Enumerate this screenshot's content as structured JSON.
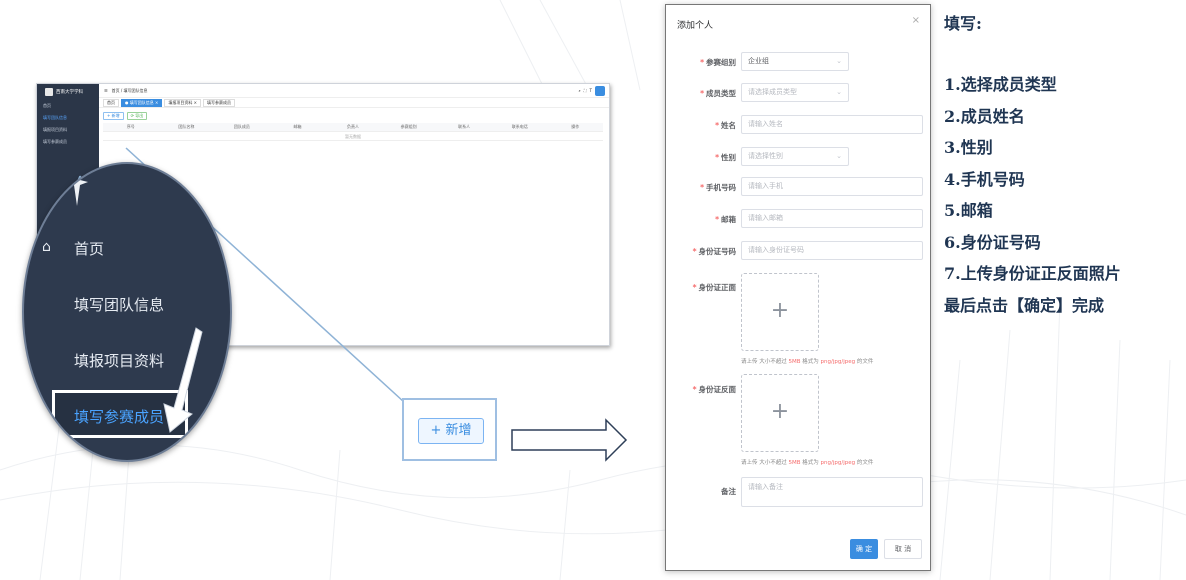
{
  "screenshot": {
    "sidebar": {
      "logo_text": "西南大学学科",
      "items": [
        "首页",
        "填写团队信息",
        "填报项目资料",
        "填写参赛成员"
      ]
    },
    "topbar": {
      "breadcrumb": "首页 / 填写团队信息"
    },
    "tabs": [
      "首页",
      "● 填写团队信息 ×",
      "填报项目资料 ×",
      "填写参赛成员"
    ],
    "buttons": [
      "+ 新增",
      "⟳ 导出"
    ],
    "columns": [
      "序号",
      "团队名称",
      "团队成员",
      "邮箱",
      "负责人",
      "参赛组别",
      "联系人",
      "联系电话",
      "操作"
    ],
    "empty_text": "暂无数据"
  },
  "zoom": {
    "home": "首页",
    "item1": "填写团队信息",
    "item2": "填报项目资料",
    "item3": "填写参赛成员"
  },
  "new_button": {
    "label": "+ 新增"
  },
  "dialog": {
    "title": "添加个人",
    "close": "×",
    "fields": {
      "group": {
        "label": "参赛组别",
        "value": "企业组"
      },
      "member_type": {
        "label": "成员类型",
        "placeholder": "请选择成员类型"
      },
      "name": {
        "label": "姓名",
        "placeholder": "请输入姓名"
      },
      "gender": {
        "label": "性别",
        "placeholder": "请选择性别"
      },
      "phone": {
        "label": "手机号码",
        "placeholder": "请输入手机"
      },
      "email": {
        "label": "邮箱",
        "placeholder": "请输入邮箱"
      },
      "id_number": {
        "label": "身份证号码",
        "placeholder": "请输入身份证号码"
      },
      "id_front": {
        "label": "身份证正面"
      },
      "id_back": {
        "label": "身份证反面"
      },
      "remark": {
        "label": "备注",
        "placeholder": "请输入备注"
      }
    },
    "upload_tip_pre": "请上传 大小不超过 ",
    "upload_tip_size": "5MB",
    "upload_tip_mid": " 格式为 ",
    "upload_tip_fmt": "png/jpg/jpeg",
    "upload_tip_post": " 的文件",
    "ok": "确 定",
    "cancel": "取 消"
  },
  "instructions": {
    "heading": "填写:",
    "lines": [
      "1.选择成员类型",
      "2.成员姓名",
      "3.性别",
      "4.手机号码",
      "5.邮箱",
      "6.身份证号码",
      "7.上传身份证正反面照片",
      "最后点击【确定】完成"
    ]
  },
  "colors": {
    "accent": "#3a8de0",
    "sidebar": "#2b3648",
    "required": "#f56c6c",
    "instruction_text": "#1f3552"
  }
}
